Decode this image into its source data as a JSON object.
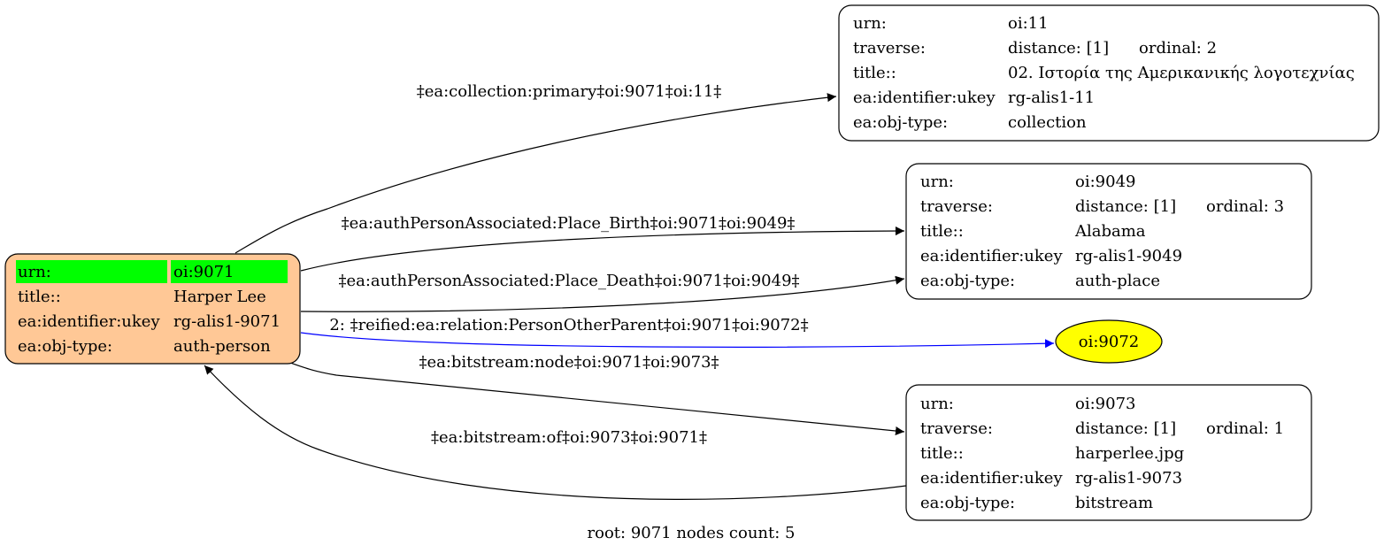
{
  "colors": {
    "root_fill": "#ffc896",
    "root_key_highlight": "#00ff00",
    "reified_edge": "#0000ff",
    "reified_node_fill": "#ffff00",
    "edge": "#000000",
    "node_border": "#000000"
  },
  "nodes": {
    "root": {
      "rows": [
        {
          "key": "urn:",
          "value": "oi:9071"
        },
        {
          "key": "title::",
          "value": "Harper Lee"
        },
        {
          "key": "ea:identifier:ukey",
          "value": "rg-alis1-9071"
        },
        {
          "key": "ea:obj-type:",
          "value": "auth-person"
        }
      ]
    },
    "collection": {
      "urn": {
        "key": "urn:",
        "value": "oi:11"
      },
      "traverse": {
        "key": "traverse:",
        "distance": "distance: [1]",
        "ordinal": "ordinal: 2"
      },
      "rows": [
        {
          "key": "title::",
          "value": "02. Ιστορία της Αμερικανικής λογοτεχνίας"
        },
        {
          "key": "ea:identifier:ukey",
          "value": "rg-alis1-11"
        },
        {
          "key": "ea:obj-type:",
          "value": "collection"
        }
      ]
    },
    "place": {
      "urn": {
        "key": "urn:",
        "value": "oi:9049"
      },
      "traverse": {
        "key": "traverse:",
        "distance": "distance: [1]",
        "ordinal": "ordinal: 3"
      },
      "rows": [
        {
          "key": "title::",
          "value": "Alabama"
        },
        {
          "key": "ea:identifier:ukey",
          "value": "rg-alis1-9049"
        },
        {
          "key": "ea:obj-type:",
          "value": "auth-place"
        }
      ]
    },
    "reified": {
      "label": "oi:9072"
    },
    "bitstream": {
      "urn": {
        "key": "urn:",
        "value": "oi:9073"
      },
      "traverse": {
        "key": "traverse:",
        "distance": "distance: [1]",
        "ordinal": "ordinal: 1"
      },
      "rows": [
        {
          "key": "title::",
          "value": "harperlee.jpg"
        },
        {
          "key": "ea:identifier:ukey",
          "value": "rg-alis1-9073"
        },
        {
          "key": "ea:obj-type:",
          "value": "bitstream"
        }
      ]
    }
  },
  "edges": {
    "collection_primary": "‡ea:collection:primary‡oi:9071‡oi:11‡",
    "place_birth": "‡ea:authPersonAssociated:Place_Birth‡oi:9071‡oi:9049‡",
    "place_death": "‡ea:authPersonAssociated:Place_Death‡oi:9071‡oi:9049‡",
    "reified_relation": "2: ‡reified:ea:relation:PersonOtherParent‡oi:9071‡oi:9072‡",
    "bitstream_node": "‡ea:bitstream:node‡oi:9071‡oi:9073‡",
    "bitstream_of": "‡ea:bitstream:of‡oi:9073‡oi:9071‡"
  },
  "footer": "root: 9071 nodes count: 5"
}
